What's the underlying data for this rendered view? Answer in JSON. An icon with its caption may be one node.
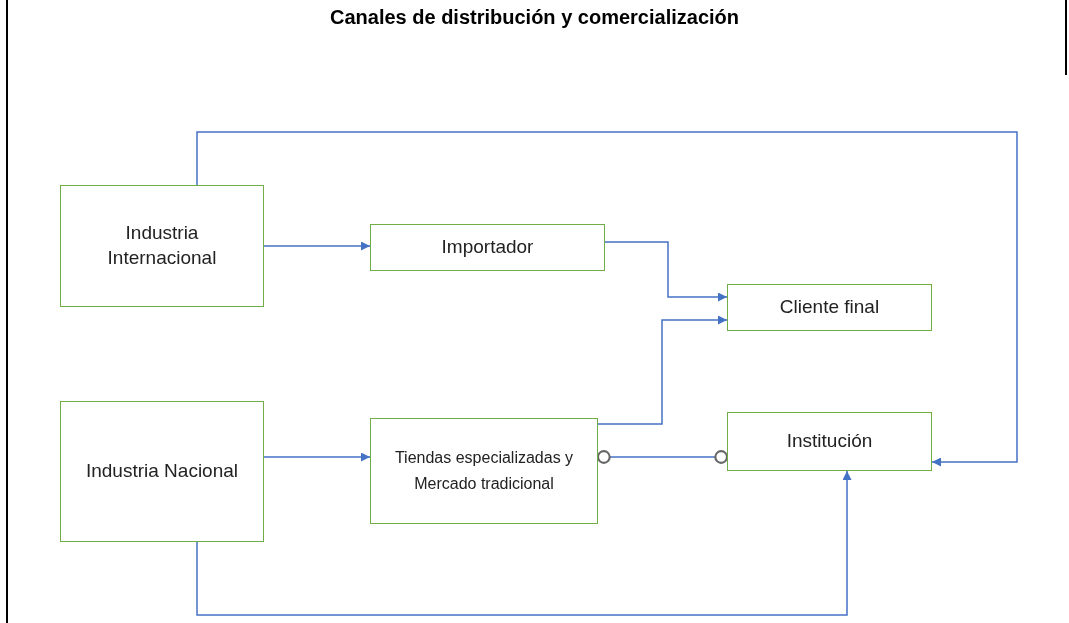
{
  "diagram": {
    "title": "Canales de distribución y comercialización",
    "nodes": [
      {
        "text": [
          "Industria Internacional"
        ]
      },
      {
        "text": [
          "Importador"
        ]
      },
      {
        "text": [
          "Cliente final"
        ]
      },
      {
        "text": [
          "Industria Nacional"
        ]
      },
      {
        "text": [
          "Tiendas especializadas y Mercado tradicional"
        ]
      },
      {
        "text": [
          "Institución"
        ]
      }
    ],
    "edges": [
      {
        "from": 0,
        "to": 1,
        "arrow": "to"
      },
      {
        "from": 1,
        "to": 2,
        "arrow": "to"
      },
      {
        "from": 4,
        "to": 2,
        "arrow": "to"
      },
      {
        "from": 3,
        "to": 4,
        "arrow": "to"
      },
      {
        "from": 4,
        "to": 5,
        "arrow": "other"
      },
      {
        "from": 0,
        "to": 5,
        "arrow": "to"
      },
      {
        "from": 3,
        "to": 5,
        "arrow": "to"
      }
    ]
  }
}
